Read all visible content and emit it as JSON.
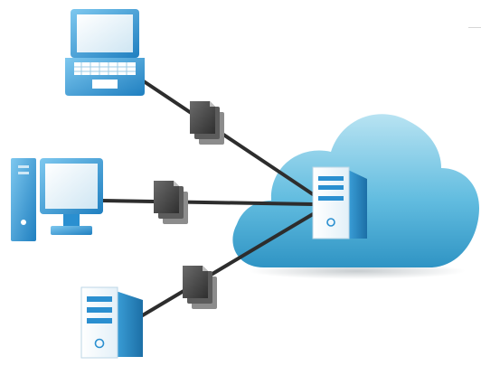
{
  "diagram": {
    "type": "client-server-cloud",
    "cloud_icon": "cloud-icon",
    "server_icon": "server-tower-icon",
    "clients": [
      {
        "id": "laptop",
        "icon": "laptop-icon"
      },
      {
        "id": "desktop",
        "icon": "desktop-monitor-icon"
      },
      {
        "id": "server",
        "icon": "server-tower-icon"
      }
    ],
    "document_icon": "document-stack-icon",
    "colors": {
      "cloud_light": "#a9dcef",
      "cloud_dark": "#2f94c4",
      "device_blue": "#2a8fd0",
      "device_dark": "#1f6fa8",
      "connector": "#2d2d2d",
      "document": "#4a4a4a"
    }
  }
}
